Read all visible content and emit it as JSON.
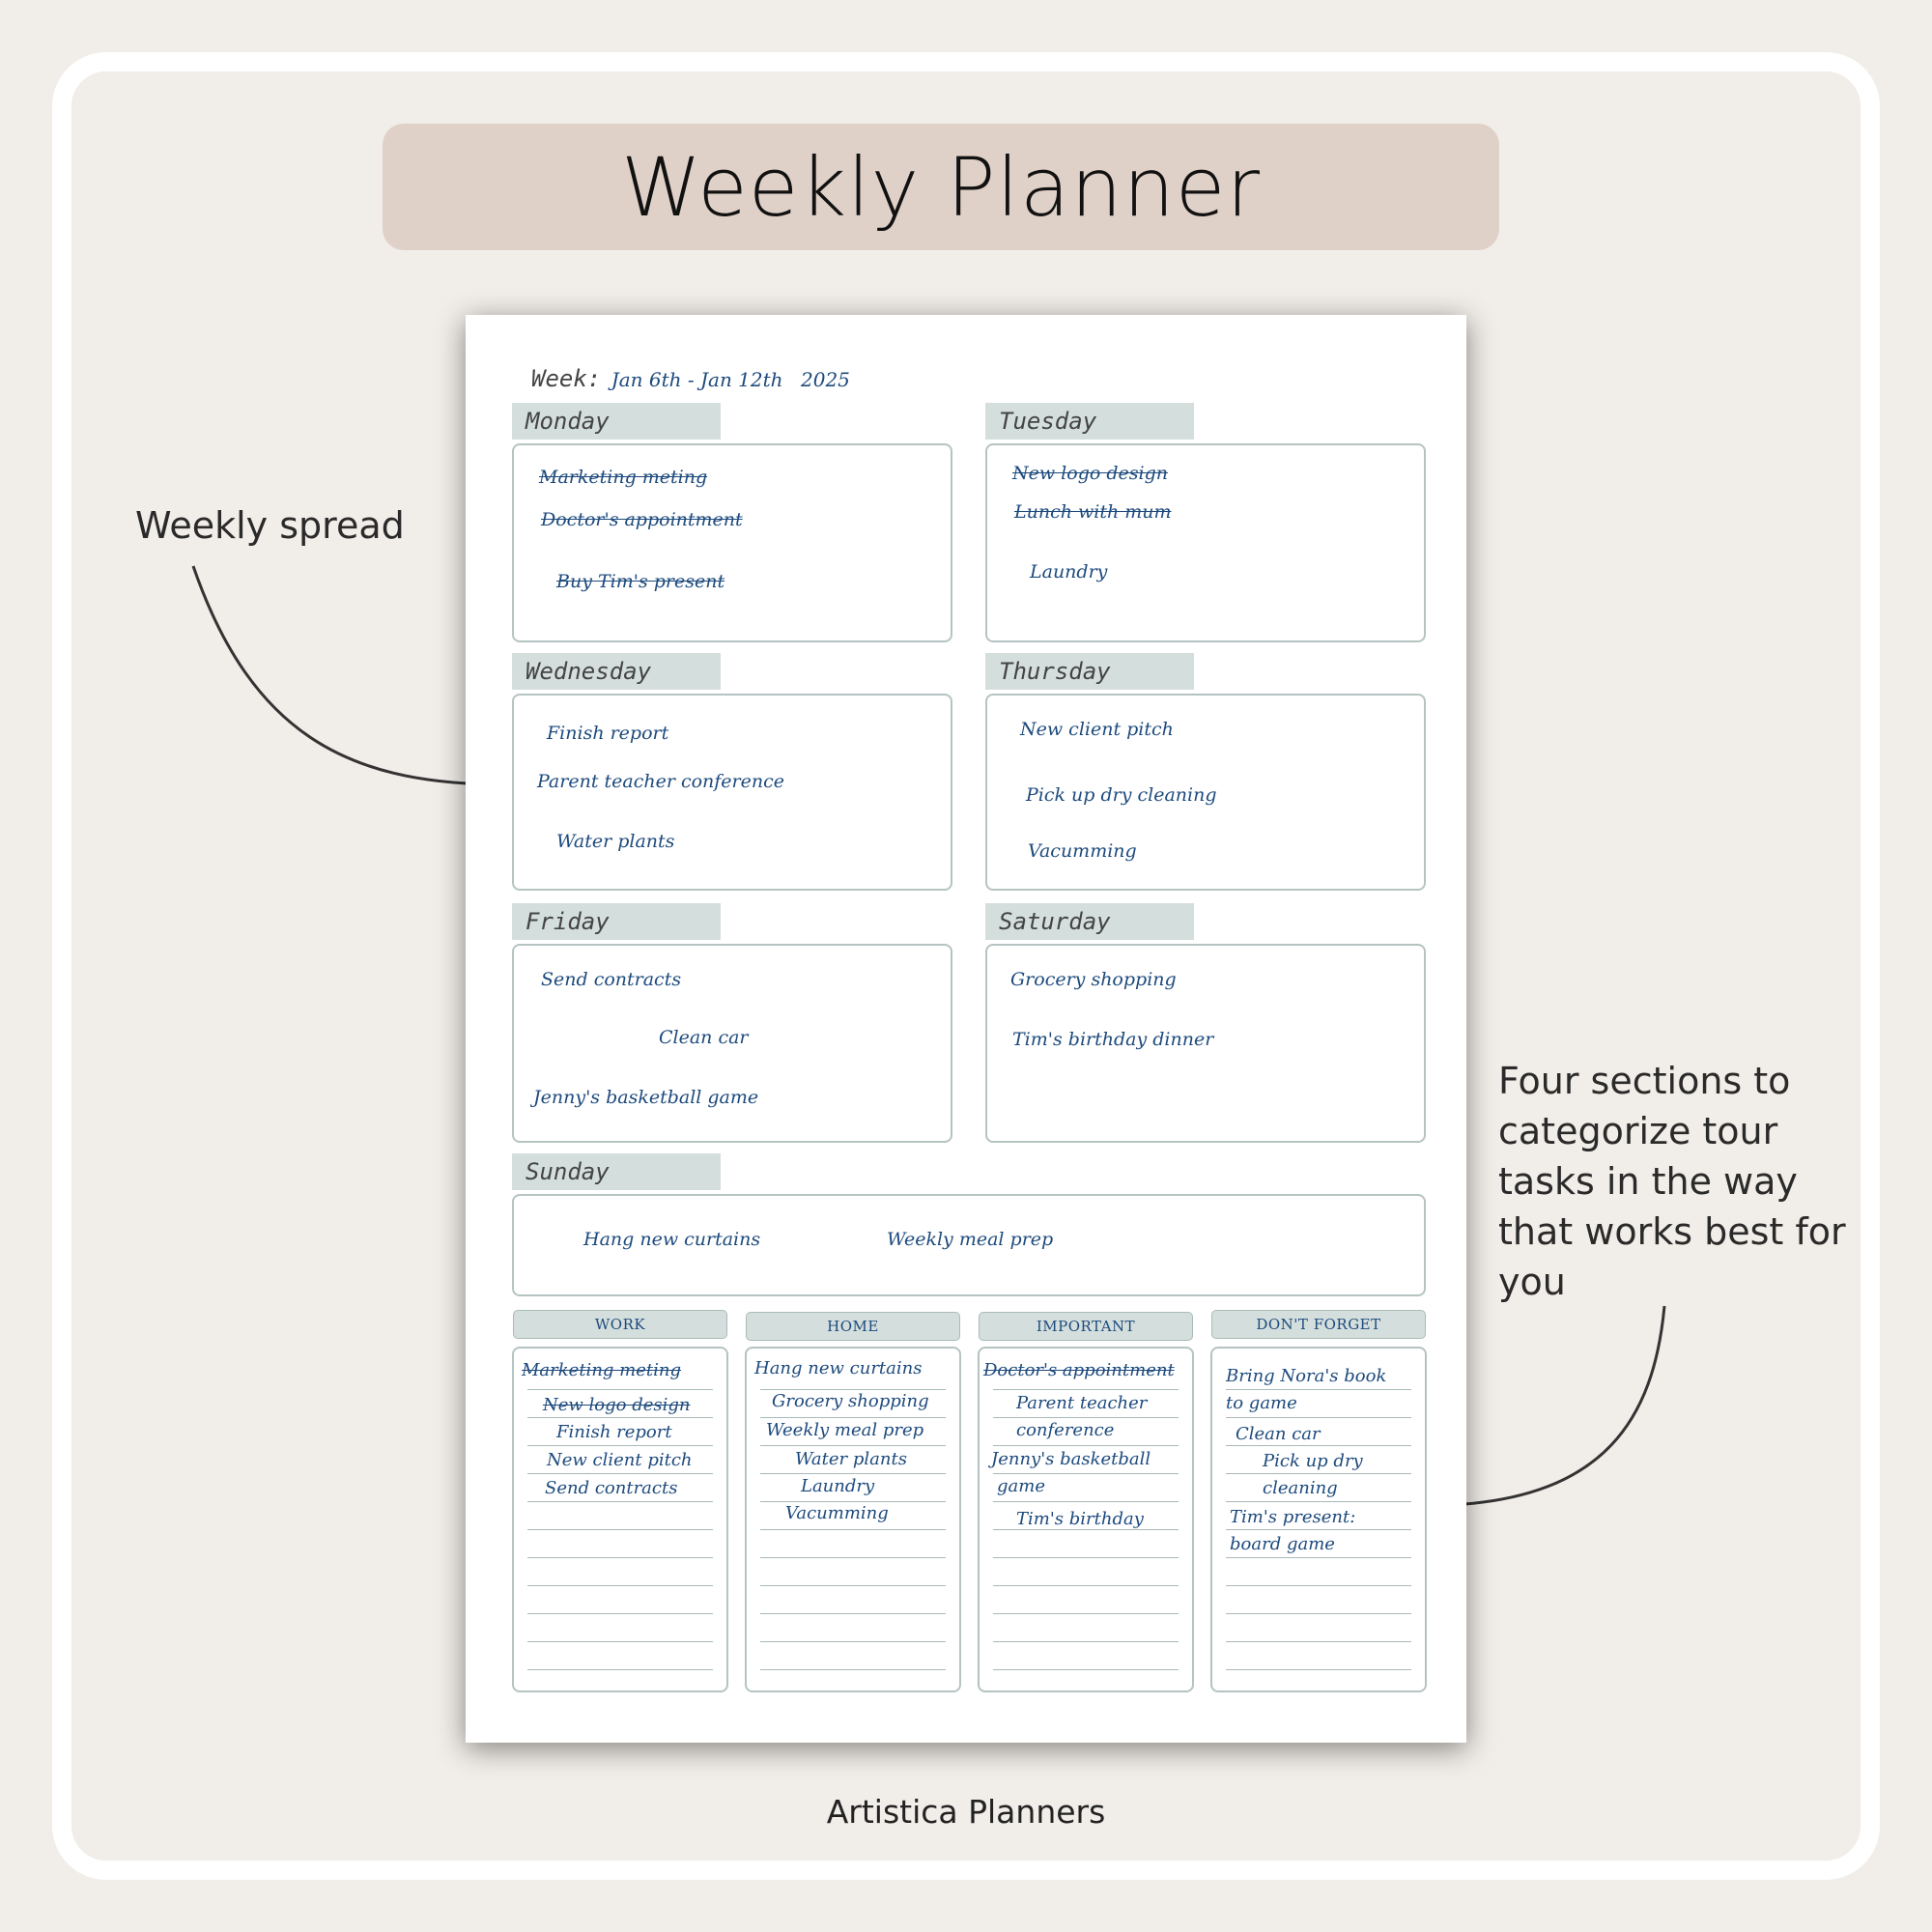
{
  "header": {
    "title": "Weekly Planner"
  },
  "annotations": {
    "weekly_spread": "Weekly spread",
    "four_sections": [
      "Four sections to",
      "categorize tour",
      "tasks in the way",
      "that works best for",
      "you"
    ]
  },
  "footer": {
    "brand": "Artistica Planners"
  },
  "planner": {
    "week_label": "Week:",
    "week_value": "Jan 6th - Jan 12th",
    "year": "2025",
    "days": {
      "monday": {
        "name": "Monday",
        "tasks": [
          "Marketing meting",
          "Doctor's appointment",
          "Buy Tim's present"
        ]
      },
      "tuesday": {
        "name": "Tuesday",
        "tasks": [
          "New logo design",
          "Lunch with mum",
          "Laundry"
        ]
      },
      "wednesday": {
        "name": "Wednesday",
        "tasks": [
          "Finish report",
          "Parent teacher conference",
          "Water plants"
        ]
      },
      "thursday": {
        "name": "Thursday",
        "tasks": [
          "New client pitch",
          "Pick up dry cleaning",
          "Vacumming"
        ]
      },
      "friday": {
        "name": "Friday",
        "tasks": [
          "Send contracts",
          "Clean car",
          "Jenny's basketball game"
        ]
      },
      "saturday": {
        "name": "Saturday",
        "tasks": [
          "Grocery shopping",
          "Tim's birthday dinner"
        ]
      },
      "sunday": {
        "name": "Sunday",
        "tasks": [
          "Hang new curtains",
          "Weekly meal prep"
        ]
      }
    },
    "categories": {
      "work": {
        "name": "WORK",
        "items": [
          "Marketing meting",
          "New logo design",
          "Finish report",
          "New client pitch",
          "Send contracts"
        ]
      },
      "home": {
        "name": "HOME",
        "items": [
          "Hang new curtains",
          "Grocery shopping",
          "Weekly meal prep",
          "Water plants",
          "Laundry",
          "Vacumming"
        ]
      },
      "important": {
        "name": "IMPORTANT",
        "items": [
          "Doctor's appointment",
          "Parent teacher",
          "conference",
          "Jenny's basketball",
          "game",
          "Tim's birthday"
        ]
      },
      "dont_forget": {
        "name": "DON'T FORGET",
        "items": [
          "Bring Nora's book",
          "to game",
          "Clean car",
          "Pick up dry",
          "cleaning",
          "Tim's present:",
          "board game"
        ]
      }
    }
  }
}
